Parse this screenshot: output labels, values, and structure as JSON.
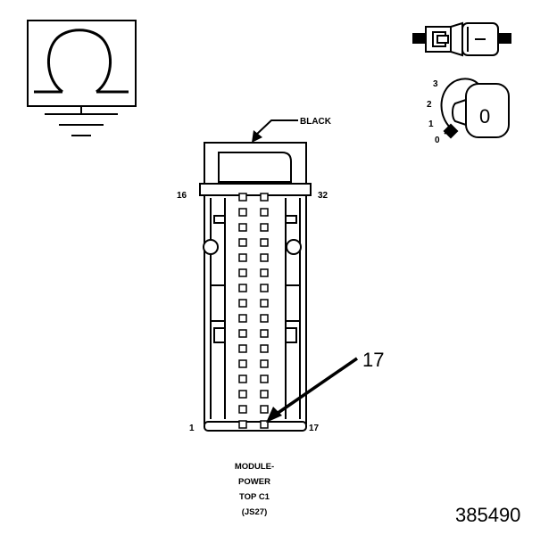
{
  "labels": {
    "color": "BLACK",
    "pin_top_left": "16",
    "pin_top_right": "32",
    "pin_bottom_left": "1",
    "pin_bottom_right": "17",
    "callout": "17",
    "key_pos_3": "3",
    "key_pos_2": "2",
    "key_pos_1": "1",
    "key_pos_0": "0",
    "key_face": "0",
    "caption_line1": "MODULE-",
    "caption_line2": "POWER",
    "caption_line3": "TOP C1",
    "caption_line4": "(JS27)",
    "figure_number": "385490"
  },
  "icons": {
    "ground_symbol": "ohm-ground-icon",
    "terminal_view": "connector-terminal-icon",
    "keying": "key-position-icon"
  }
}
